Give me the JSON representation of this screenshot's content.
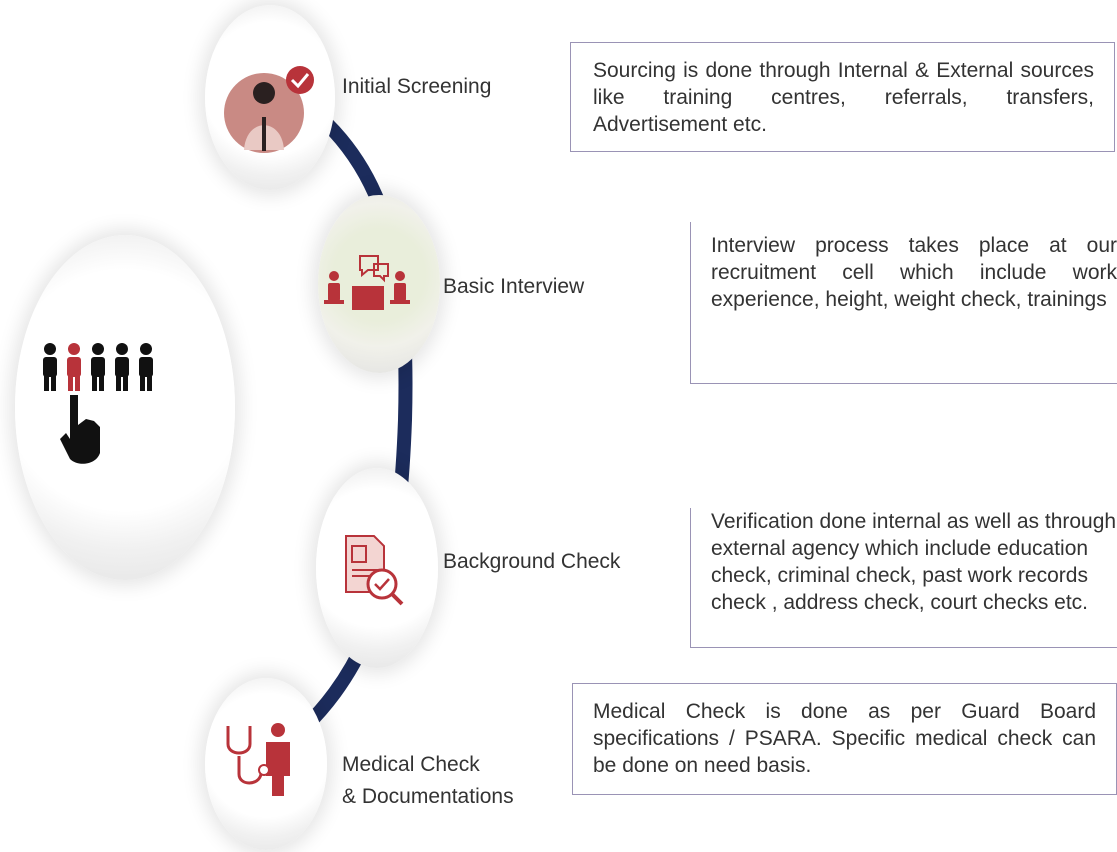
{
  "steps": [
    {
      "label": "Initial Screening",
      "icon": "person-check-icon",
      "description": "Sourcing is done through Internal & External sources like training centres, referrals, transfers, Advertisement etc."
    },
    {
      "label": "Basic Interview",
      "icon": "interview-icon",
      "description": "Interview process takes place at our recruitment cell which include work experience, height, weight check, trainings"
    },
    {
      "label": "Background Check",
      "icon": "document-search-icon",
      "description": "Verification done internal as well as through external agency which include education check, criminal check, past work records check , address check, court checks etc."
    },
    {
      "label_line1": "Medical Check",
      "label_line2": "& Documentations",
      "icon": "stethoscope-icon",
      "description": "Medical Check is done as per Guard Board specifications / PSARA. Specific medical check can be done on need basis."
    }
  ],
  "hero_icon": "candidate-selection-icon",
  "colors": {
    "accent_red": "#b8333a",
    "accent_pink": "#c98a84",
    "arc_navy": "#1c2c5c",
    "box_border": "#9a93b5",
    "text": "#333333"
  }
}
